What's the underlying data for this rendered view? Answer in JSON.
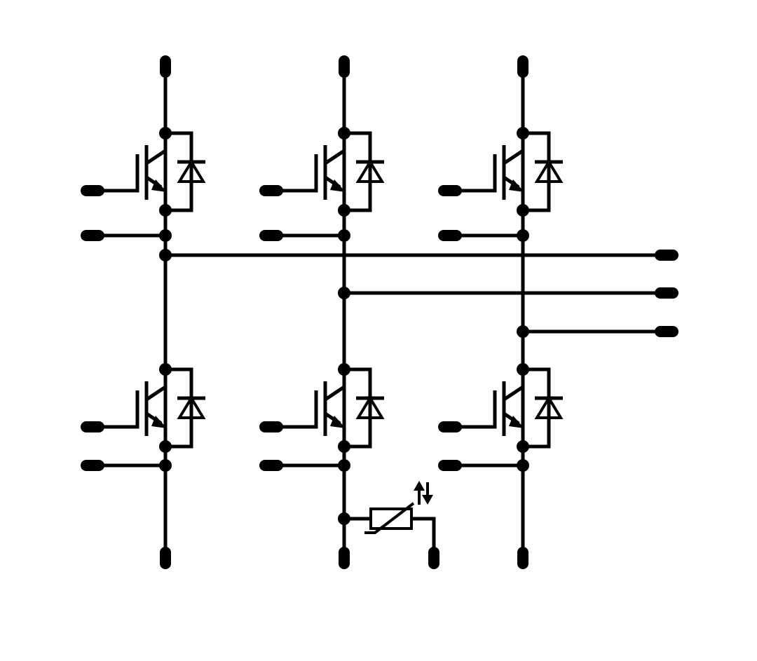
{
  "diagram": {
    "kind": "three-phase IGBT inverter bridge with NTC thermistor",
    "line_color": "#000000",
    "background": "#ffffff",
    "legs": [
      {
        "id": "leg-1",
        "switches": [
          "high-side-igbt",
          "low-side-igbt"
        ]
      },
      {
        "id": "leg-2",
        "switches": [
          "high-side-igbt",
          "low-side-igbt"
        ]
      },
      {
        "id": "leg-3",
        "switches": [
          "high-side-igbt",
          "low-side-igbt"
        ]
      }
    ],
    "components": {
      "switch": "igbt-with-antiparallel-diode-icon",
      "sensor": "ntc-thermistor-icon",
      "pin": "terminal-pin-icon",
      "node": "junction-dot-icon"
    },
    "phase_outputs": 3
  }
}
